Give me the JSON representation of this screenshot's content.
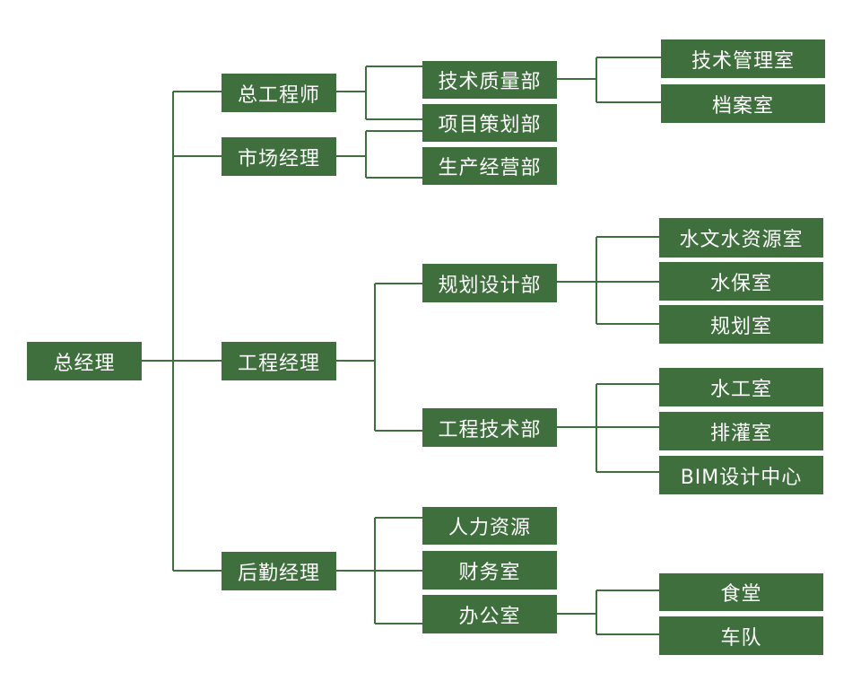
{
  "org_chart": {
    "root": "总经理",
    "l1": [
      "总工程师",
      "市场经理",
      "工程经理",
      "后勤经理"
    ],
    "l2": [
      "技术质量部",
      "项目策划部",
      "生产经营部",
      "规划设计部",
      "工程技术部",
      "人力资源",
      "财务室",
      "办公室"
    ],
    "l3": [
      "技术管理室",
      "档案室",
      "水文水资源室",
      "水保室",
      "规划室",
      "水工室",
      "排灌室",
      "BIM设计中心",
      "食堂",
      "车队"
    ]
  },
  "colors": {
    "box": "#3e6f3c",
    "line": "#3e6f3c",
    "text": "#ffffff"
  }
}
